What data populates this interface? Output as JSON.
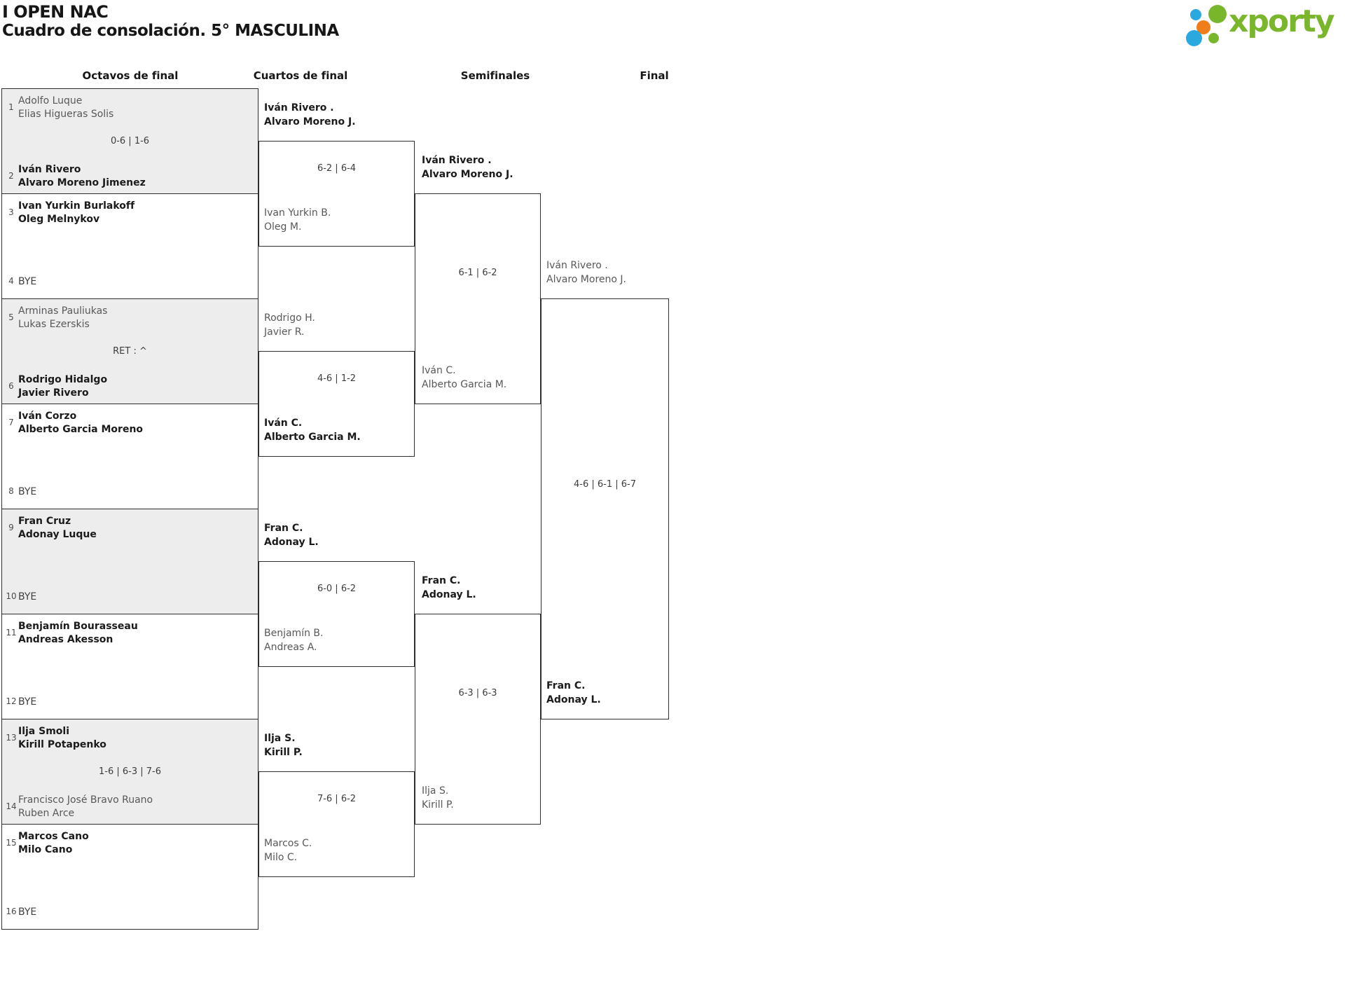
{
  "page": {
    "title_line1": "I OPEN NAC",
    "title_line2": "Cuadro de consolación. 5° MASCULINA"
  },
  "logo": {
    "wordmark": "xporty",
    "green": "#7ab62c",
    "blue": "#2aa9e0",
    "orange": "#ef7d1a"
  },
  "round_headers": [
    "Octavos de final",
    "Cuartos de final",
    "Semifinales",
    "Final"
  ],
  "octavos": [
    {
      "shaded": true,
      "seed_top": "1",
      "top1": "Adolfo Luque",
      "top2": "Elias Higueras Solis",
      "top_winner": false,
      "score": "0-6 | 1-6",
      "seed_bot": "2",
      "bot1": "Iván Rivero",
      "bot2": "Alvaro Moreno Jimenez",
      "bot_winner": true,
      "bot_bye": false
    },
    {
      "shaded": false,
      "seed_top": "3",
      "top1": "Ivan Yurkin Burlakoff",
      "top2": "Oleg Melnykov",
      "top_winner": true,
      "score": "",
      "seed_bot": "4",
      "bot1": "BYE",
      "bot2": "",
      "bot_winner": false,
      "bot_bye": true
    },
    {
      "shaded": true,
      "seed_top": "5",
      "top1": "Arminas Pauliukas",
      "top2": "Lukas Ezerskis",
      "top_winner": false,
      "score": "RET : ^",
      "seed_bot": "6",
      "bot1": "Rodrigo Hidalgo",
      "bot2": "Javier Rivero",
      "bot_winner": true,
      "bot_bye": false
    },
    {
      "shaded": false,
      "seed_top": "7",
      "top1": "Iván Corzo",
      "top2": "Alberto Garcia Moreno",
      "top_winner": true,
      "score": "",
      "seed_bot": "8",
      "bot1": "BYE",
      "bot2": "",
      "bot_winner": false,
      "bot_bye": true
    },
    {
      "shaded": true,
      "seed_top": "9",
      "top1": "Fran Cruz",
      "top2": "Adonay Luque",
      "top_winner": true,
      "score": "",
      "seed_bot": "10",
      "bot1": "BYE",
      "bot2": "",
      "bot_winner": false,
      "bot_bye": true
    },
    {
      "shaded": false,
      "seed_top": "11",
      "top1": "Benjamín Bourasseau",
      "top2": "Andreas Akesson",
      "top_winner": true,
      "score": "",
      "seed_bot": "12",
      "bot1": "BYE",
      "bot2": "",
      "bot_winner": false,
      "bot_bye": true
    },
    {
      "shaded": true,
      "seed_top": "13",
      "top1": "Ilja Smoli",
      "top2": "Kirill Potapenko",
      "top_winner": true,
      "score": "1-6 | 6-3 | 7-6",
      "seed_bot": "14",
      "bot1": "Francisco José Bravo Ruano",
      "bot2": "Ruben Arce",
      "bot_winner": false,
      "bot_bye": false
    },
    {
      "shaded": false,
      "seed_top": "15",
      "top1": "Marcos Cano",
      "top2": "Milo Cano",
      "top_winner": true,
      "score": "",
      "seed_bot": "16",
      "bot1": "BYE",
      "bot2": "",
      "bot_winner": false,
      "bot_bye": true
    }
  ],
  "cuartos": [
    {
      "top1": "Iván Rivero .",
      "top2": "Alvaro Moreno J.",
      "top_winner": true,
      "score": "6-2 | 6-4",
      "bot1": "Ivan Yurkin B.",
      "bot2": "Oleg M.",
      "bot_winner": false
    },
    {
      "top1": "Rodrigo H.",
      "top2": "Javier R.",
      "top_winner": false,
      "score": "4-6 | 1-2",
      "bot1": "Iván C.",
      "bot2": "Alberto Garcia M.",
      "bot_winner": true
    },
    {
      "top1": "Fran C.",
      "top2": "Adonay L.",
      "top_winner": true,
      "score": "6-0 | 6-2",
      "bot1": "Benjamín B.",
      "bot2": "Andreas A.",
      "bot_winner": false
    },
    {
      "top1": "Ilja S.",
      "top2": "Kirill P.",
      "top_winner": true,
      "score": "7-6 | 6-2",
      "bot1": "Marcos C.",
      "bot2": "Milo C.",
      "bot_winner": false
    }
  ],
  "semifinales": [
    {
      "top1": "Iván Rivero .",
      "top2": "Alvaro Moreno J.",
      "top_winner": true,
      "score": "6-1 | 6-2",
      "bot1": "Iván C.",
      "bot2": "Alberto Garcia M.",
      "bot_winner": false
    },
    {
      "top1": "Fran C.",
      "top2": "Adonay L.",
      "top_winner": true,
      "score": "6-3 | 6-3",
      "bot1": "Ilja S.",
      "bot2": "Kirill P.",
      "bot_winner": false
    }
  ],
  "final": {
    "top1": "Iván Rivero .",
    "top2": "Alvaro Moreno J.",
    "top_winner": false,
    "score": "4-6 | 6-1 | 6-7",
    "bot1": "Fran C.",
    "bot2": "Adonay L.",
    "bot_winner": true
  }
}
